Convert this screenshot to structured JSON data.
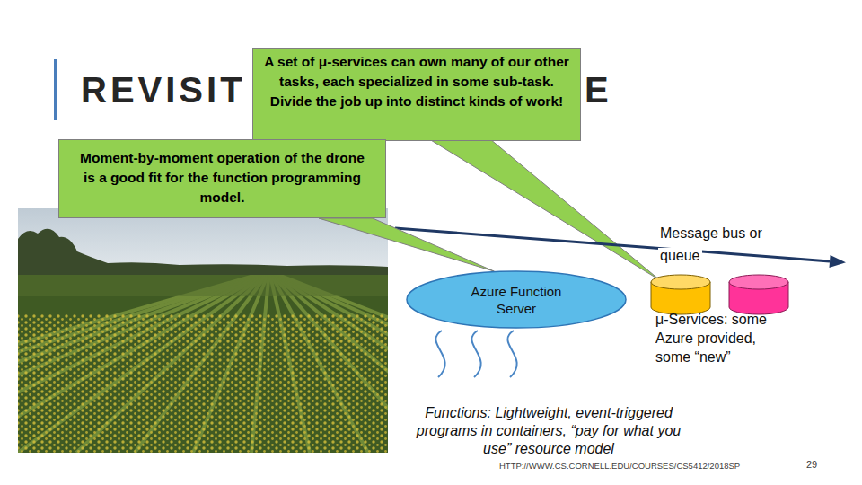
{
  "diagram": {
    "title": "REVISIT",
    "nodes": [
      {
        "text": [
          "A set of μ-services can own many of our other tasks, each specialized in some sub-task. Divide the job up into distinct kinds of work!"
        ]
      },
      {
        "text": [
          "Moment-by-moment operation of the drone is a good fit for the function programming model."
        ]
      },
      {
        "text": [
          "Azure Function Server"
        ]
      }
    ],
    "edges": [
      {
        "from": 1,
        "to": 2,
        "arrow": "none"
      }
    ],
    "labels": [
      "E",
      "Message bus or queue",
      "μ-Services: some Azure provided, some “new”",
      "Functions: Lightweight, event-triggered programs in containers, “pay for what you use” resource model",
      "HTTP://WWW.CS.CORNELL.EDU/COURSES/CS5412/2018SP",
      "29"
    ]
  }
}
